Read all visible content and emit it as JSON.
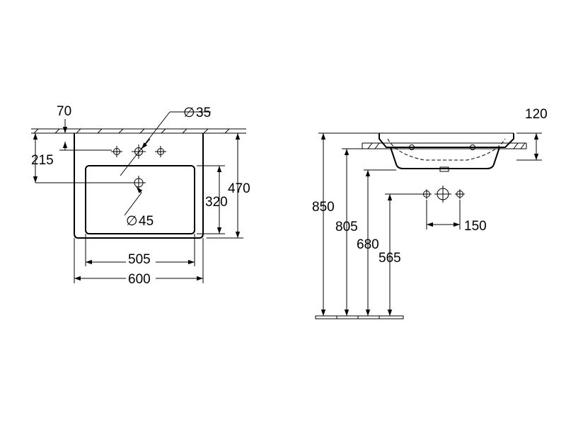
{
  "front_view": {
    "dims": {
      "tap_offset": "70",
      "hole_tap": "35",
      "tap_height": "215",
      "total_depth": "470",
      "bowl_depth": "320",
      "drain": "45",
      "bowl_width": "505",
      "total_width": "600"
    }
  },
  "side_view": {
    "dims": {
      "basin_height": "120",
      "top_height": "850",
      "bracket_height": "805",
      "drain_height": "680",
      "waste_height": "565",
      "waste_spacing": "150"
    }
  },
  "colors": {
    "line": "#000000",
    "background": "#ffffff"
  }
}
